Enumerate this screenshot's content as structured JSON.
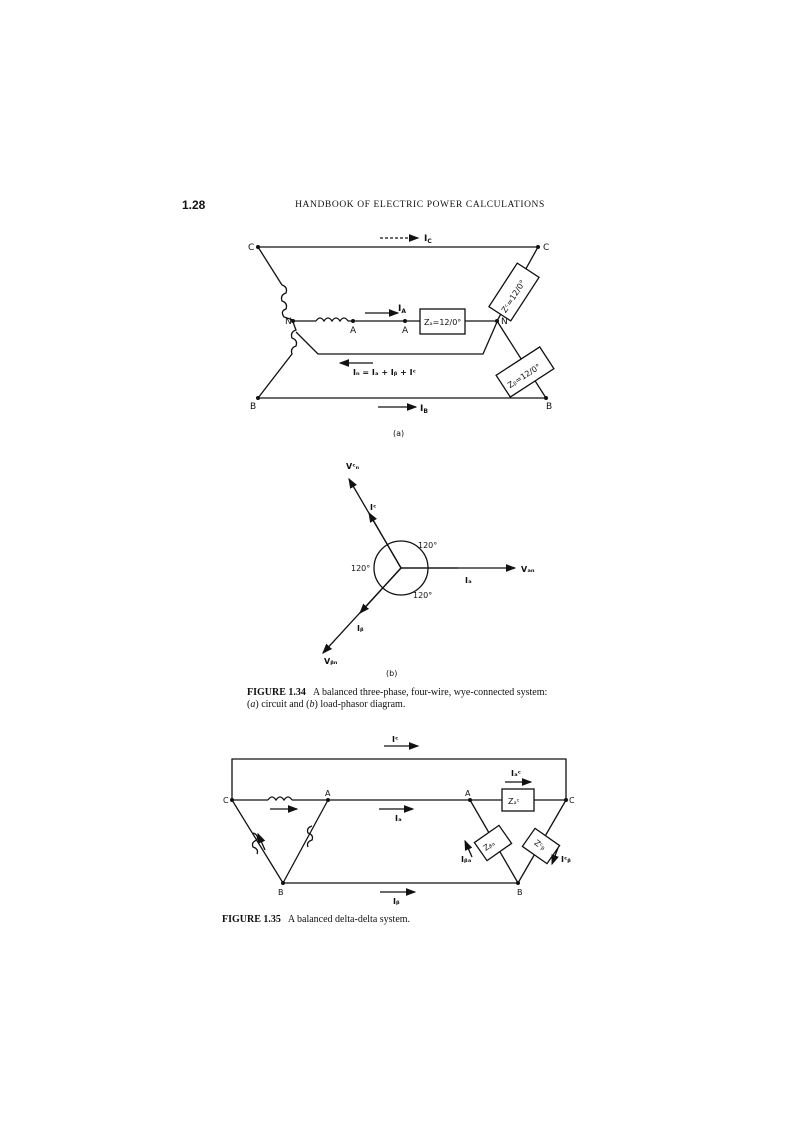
{
  "header": {
    "page_number": "1.28",
    "running_head": "HANDBOOK OF ELECTRIC POWER CALCULATIONS"
  },
  "fig134a": {
    "lbl_c_left": "C",
    "lbl_c_right": "C",
    "lbl_b_left": "B",
    "lbl_b_right": "B",
    "lbl_n_left": "N",
    "lbl_n_right": "N",
    "lbl_a1": "A",
    "lbl_a2": "A",
    "i_c": "I",
    "i_c_sub": "C",
    "i_a": "I",
    "i_a_sub": "A",
    "i_b": "I",
    "i_b_sub": "B",
    "i_n_eq": "Iₙ = Iₐ + Iᵦ + Iᶜ",
    "za_label": "Zₐ=12/0°",
    "zc_label": "Zᶜ=12/0°",
    "zb_label": "Zᵦ=12/0°",
    "part": "(a)"
  },
  "fig134b": {
    "v_cn": "Vᶜₙ",
    "v_an": "Vₐₙ",
    "v_bn": "Vᵦₙ",
    "i_c": "Iᶜ",
    "i_a": "Iₐ",
    "i_b": "Iᵦ",
    "angle1": "120°",
    "angle2": "120°",
    "angle3": "120°",
    "part": "(b)"
  },
  "caption134": {
    "label": "FIGURE 1.34",
    "text1": "A balanced three-phase, four-wire, wye-connected system:",
    "a": "a",
    "text2": "circuit and",
    "b": "b",
    "text3": "load-phasor diagram."
  },
  "fig135": {
    "i_c": "Iᶜ",
    "i_ac": "Iₐᶜ",
    "i_a": "Iₐ",
    "i_b": "Iᵦ",
    "i_ba": "Iᵦₐ",
    "i_cb": "Iᶜᵦ",
    "z_ac": "Zₐᶜ",
    "z_ba": "Zᵦₐ",
    "z_cb": "Zᶜᵦ",
    "lbl_c_left": "C",
    "lbl_a_left": "A",
    "lbl_b_left": "B",
    "lbl_a_right": "A",
    "lbl_c_right": "C",
    "lbl_b_right": "B"
  },
  "caption135": {
    "label": "FIGURE 1.35",
    "text": "A balanced delta-delta system."
  }
}
